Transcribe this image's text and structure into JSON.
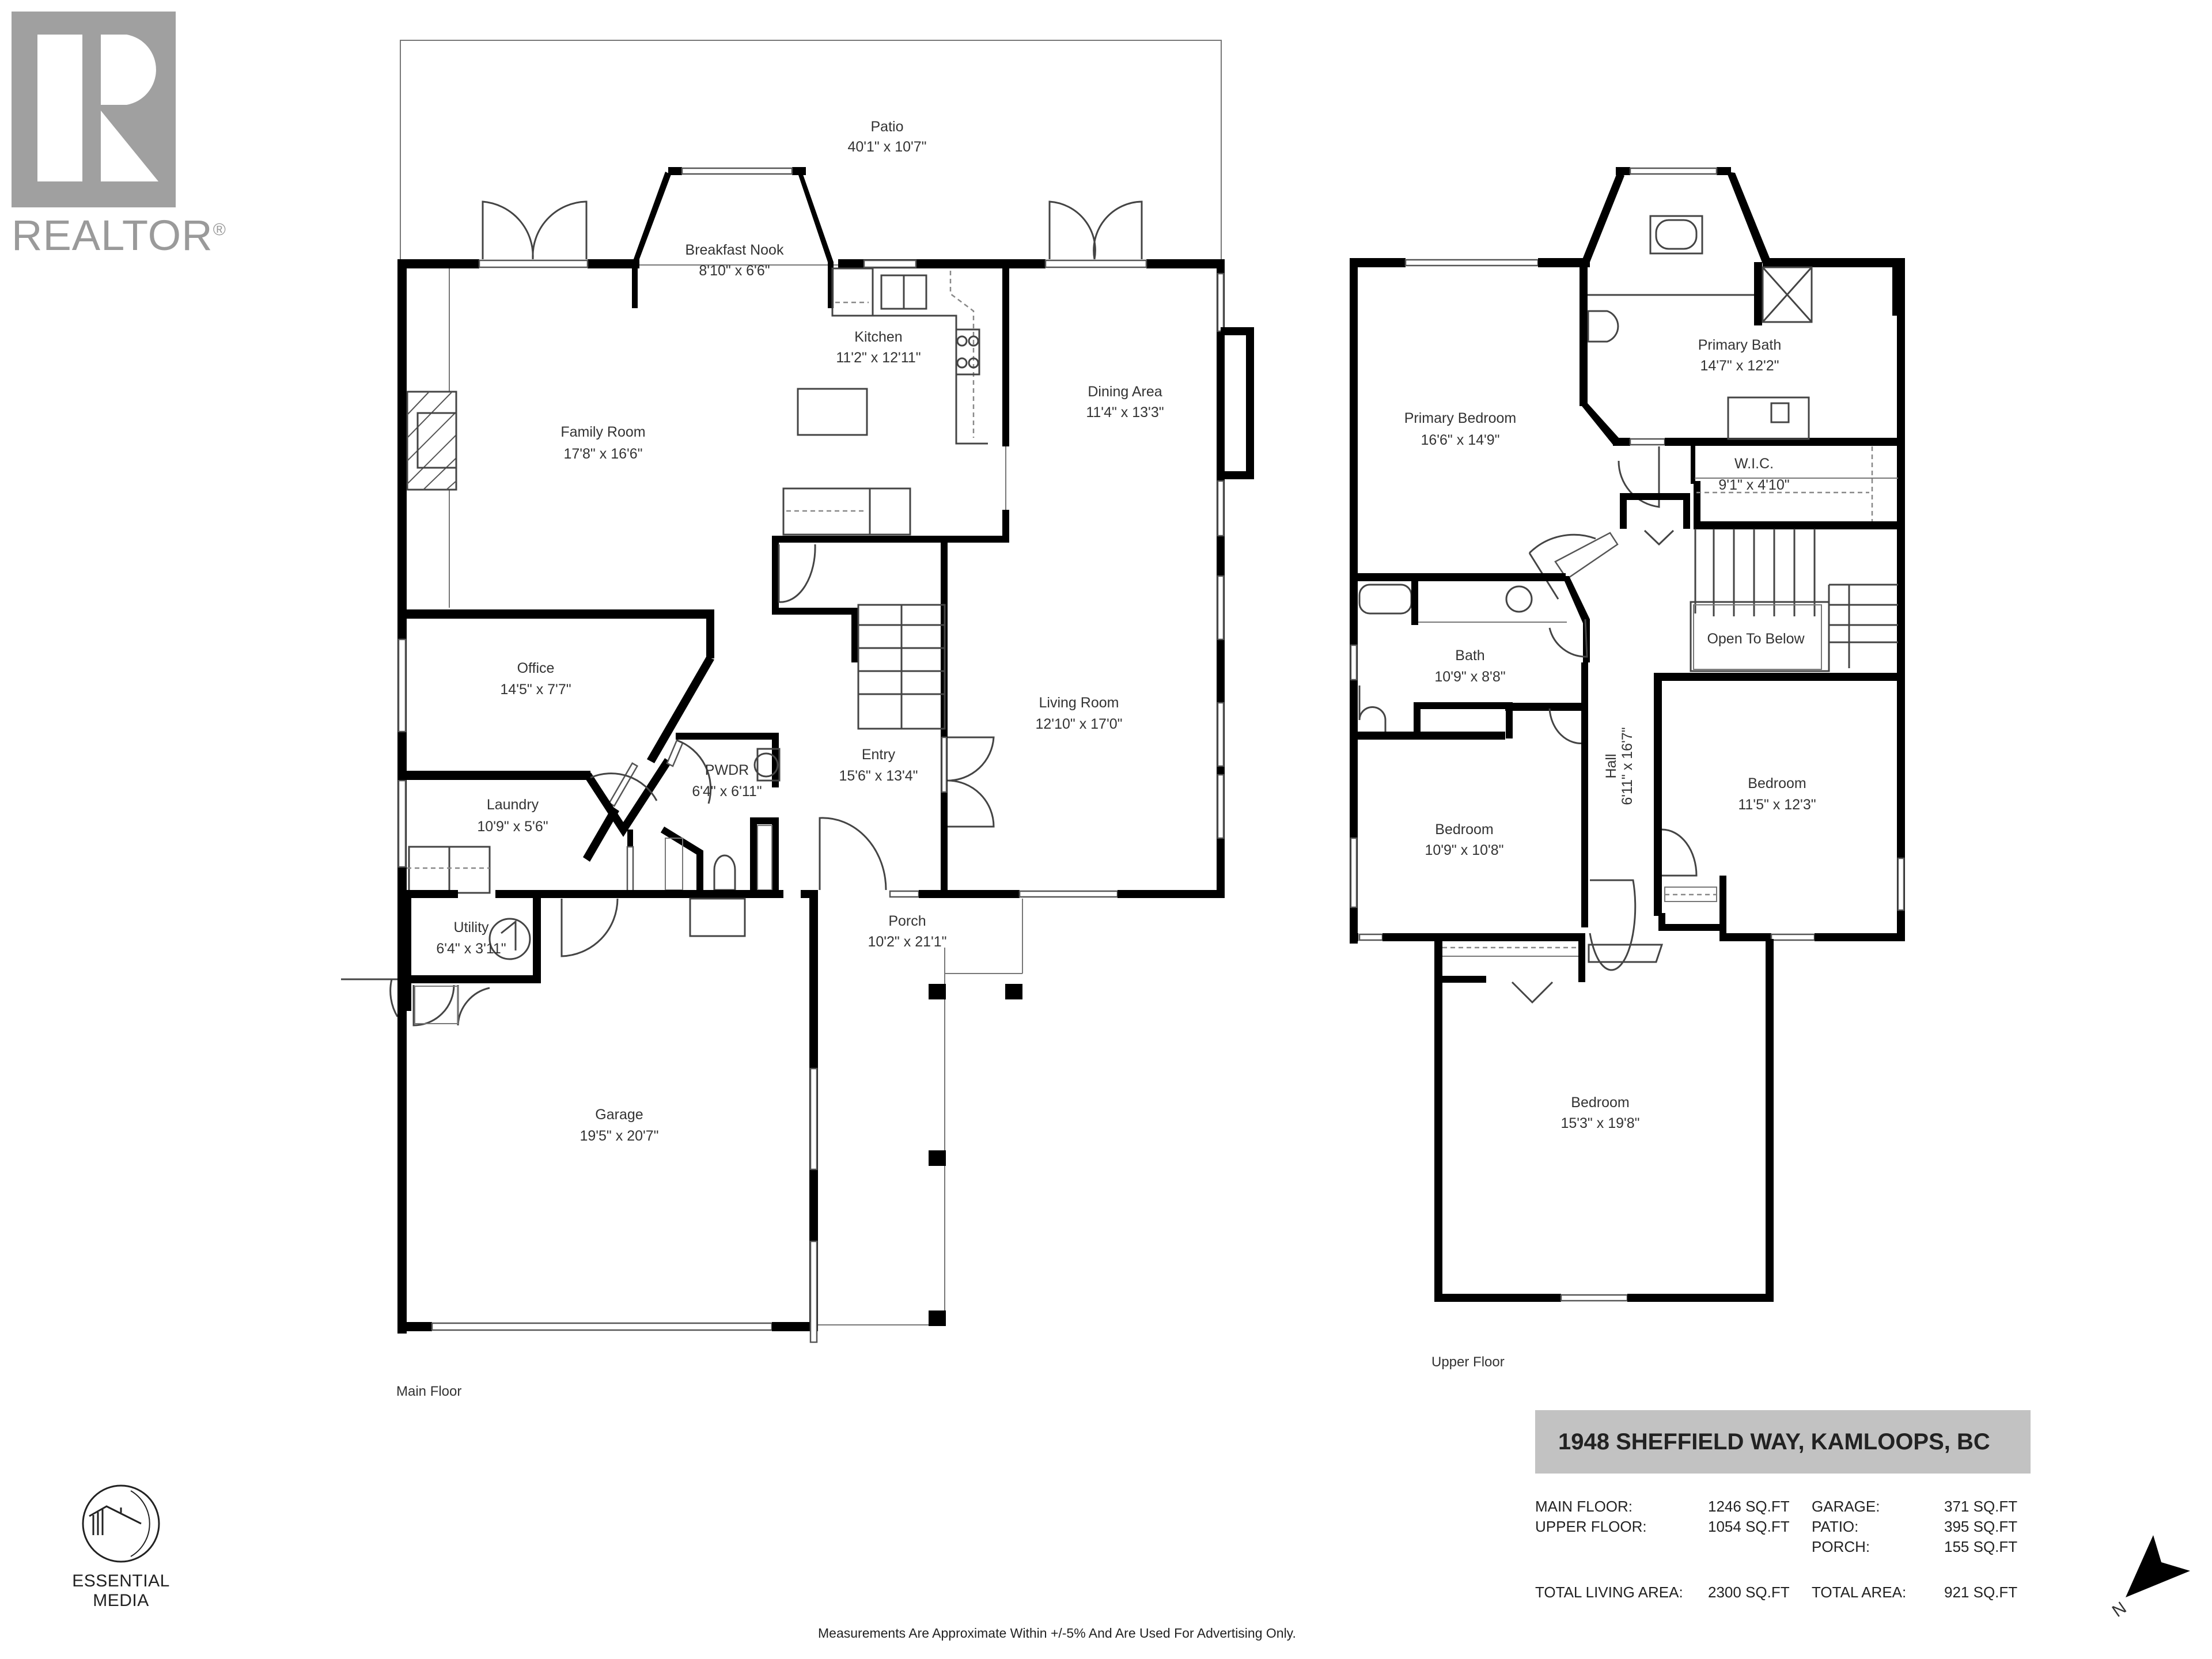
{
  "branding": {
    "realtor_word": "REALTOR",
    "realtor_mark": "®",
    "company": "ESSENTIAL MEDIA"
  },
  "main_floor": {
    "label": "Main Floor",
    "rooms": {
      "patio": {
        "name": "Patio",
        "dims": "40'1\" x 10'7\""
      },
      "breakfast_nook": {
        "name": "Breakfast Nook",
        "dims": "8'10\" x 6'6\""
      },
      "kitchen": {
        "name": "Kitchen",
        "dims": "11'2\" x 12'11\""
      },
      "dining_area": {
        "name": "Dining Area",
        "dims": "11'4\" x 13'3\""
      },
      "family_room": {
        "name": "Family Room",
        "dims": "17'8\" x 16'6\""
      },
      "office": {
        "name": "Office",
        "dims": "14'5\" x 7'7\""
      },
      "living_room": {
        "name": "Living Room",
        "dims": "12'10\" x 17'0\""
      },
      "entry": {
        "name": "Entry",
        "dims": "15'6\" x 13'4\""
      },
      "pwdr": {
        "name": "PWDR",
        "dims": "6'4\" x 6'11\""
      },
      "laundry": {
        "name": "Laundry",
        "dims": "10'9\" x 5'6\""
      },
      "utility": {
        "name": "Utility",
        "dims": "6'4\" x 3'11\""
      },
      "porch": {
        "name": "Porch",
        "dims": "10'2\" x 21'1\""
      },
      "garage": {
        "name": "Garage",
        "dims": "19'5\" x 20'7\""
      }
    }
  },
  "upper_floor": {
    "label": "Upper Floor",
    "rooms": {
      "primary_bedroom": {
        "name": "Primary Bedroom",
        "dims": "16'6\" x 14'9\""
      },
      "primary_bath": {
        "name": "Primary Bath",
        "dims": "14'7\" x 12'2\""
      },
      "wic": {
        "name": "W.I.C.",
        "dims": "9'1\" x 4'10\""
      },
      "open_to_below": {
        "name": "Open To Below"
      },
      "bath": {
        "name": "Bath",
        "dims": "10'9\" x 8'8\""
      },
      "hall": {
        "name": "Hall",
        "dims": "6'11\" x 16'7\""
      },
      "bedroom_2": {
        "name": "Bedroom",
        "dims": "11'5\" x 12'3\""
      },
      "bedroom_3": {
        "name": "Bedroom",
        "dims": "10'9\" x 10'8\""
      },
      "bedroom_4": {
        "name": "Bedroom",
        "dims": "15'3\" x 19'8\""
      }
    }
  },
  "summary": {
    "address": "1948 SHEFFIELD WAY, KAMLOOPS, BC",
    "rows": [
      {
        "label": "MAIN FLOOR:",
        "value": "1246 SQ.FT",
        "label2": "GARAGE:",
        "value2": "371 SQ.FT"
      },
      {
        "label": "UPPER FLOOR:",
        "value": "1054 SQ.FT",
        "label2": "PATIO:",
        "value2": "395 SQ.FT"
      },
      {
        "label": "",
        "value": "",
        "label2": "PORCH:",
        "value2": "155 SQ.FT"
      }
    ],
    "totals": {
      "label": "TOTAL LIVING AREA:",
      "value": "2300 SQ.FT",
      "label2": "TOTAL AREA:",
      "value2": "921 SQ.FT"
    }
  },
  "disclaimer": "Measurements Are Approximate Within +/-5% And Are Used For Advertising Only.",
  "compass": {
    "label": "N"
  },
  "colors": {
    "wall": "#000000",
    "title_bar": "#c2c2c2",
    "realtor_gray": "#a0a0a0"
  }
}
